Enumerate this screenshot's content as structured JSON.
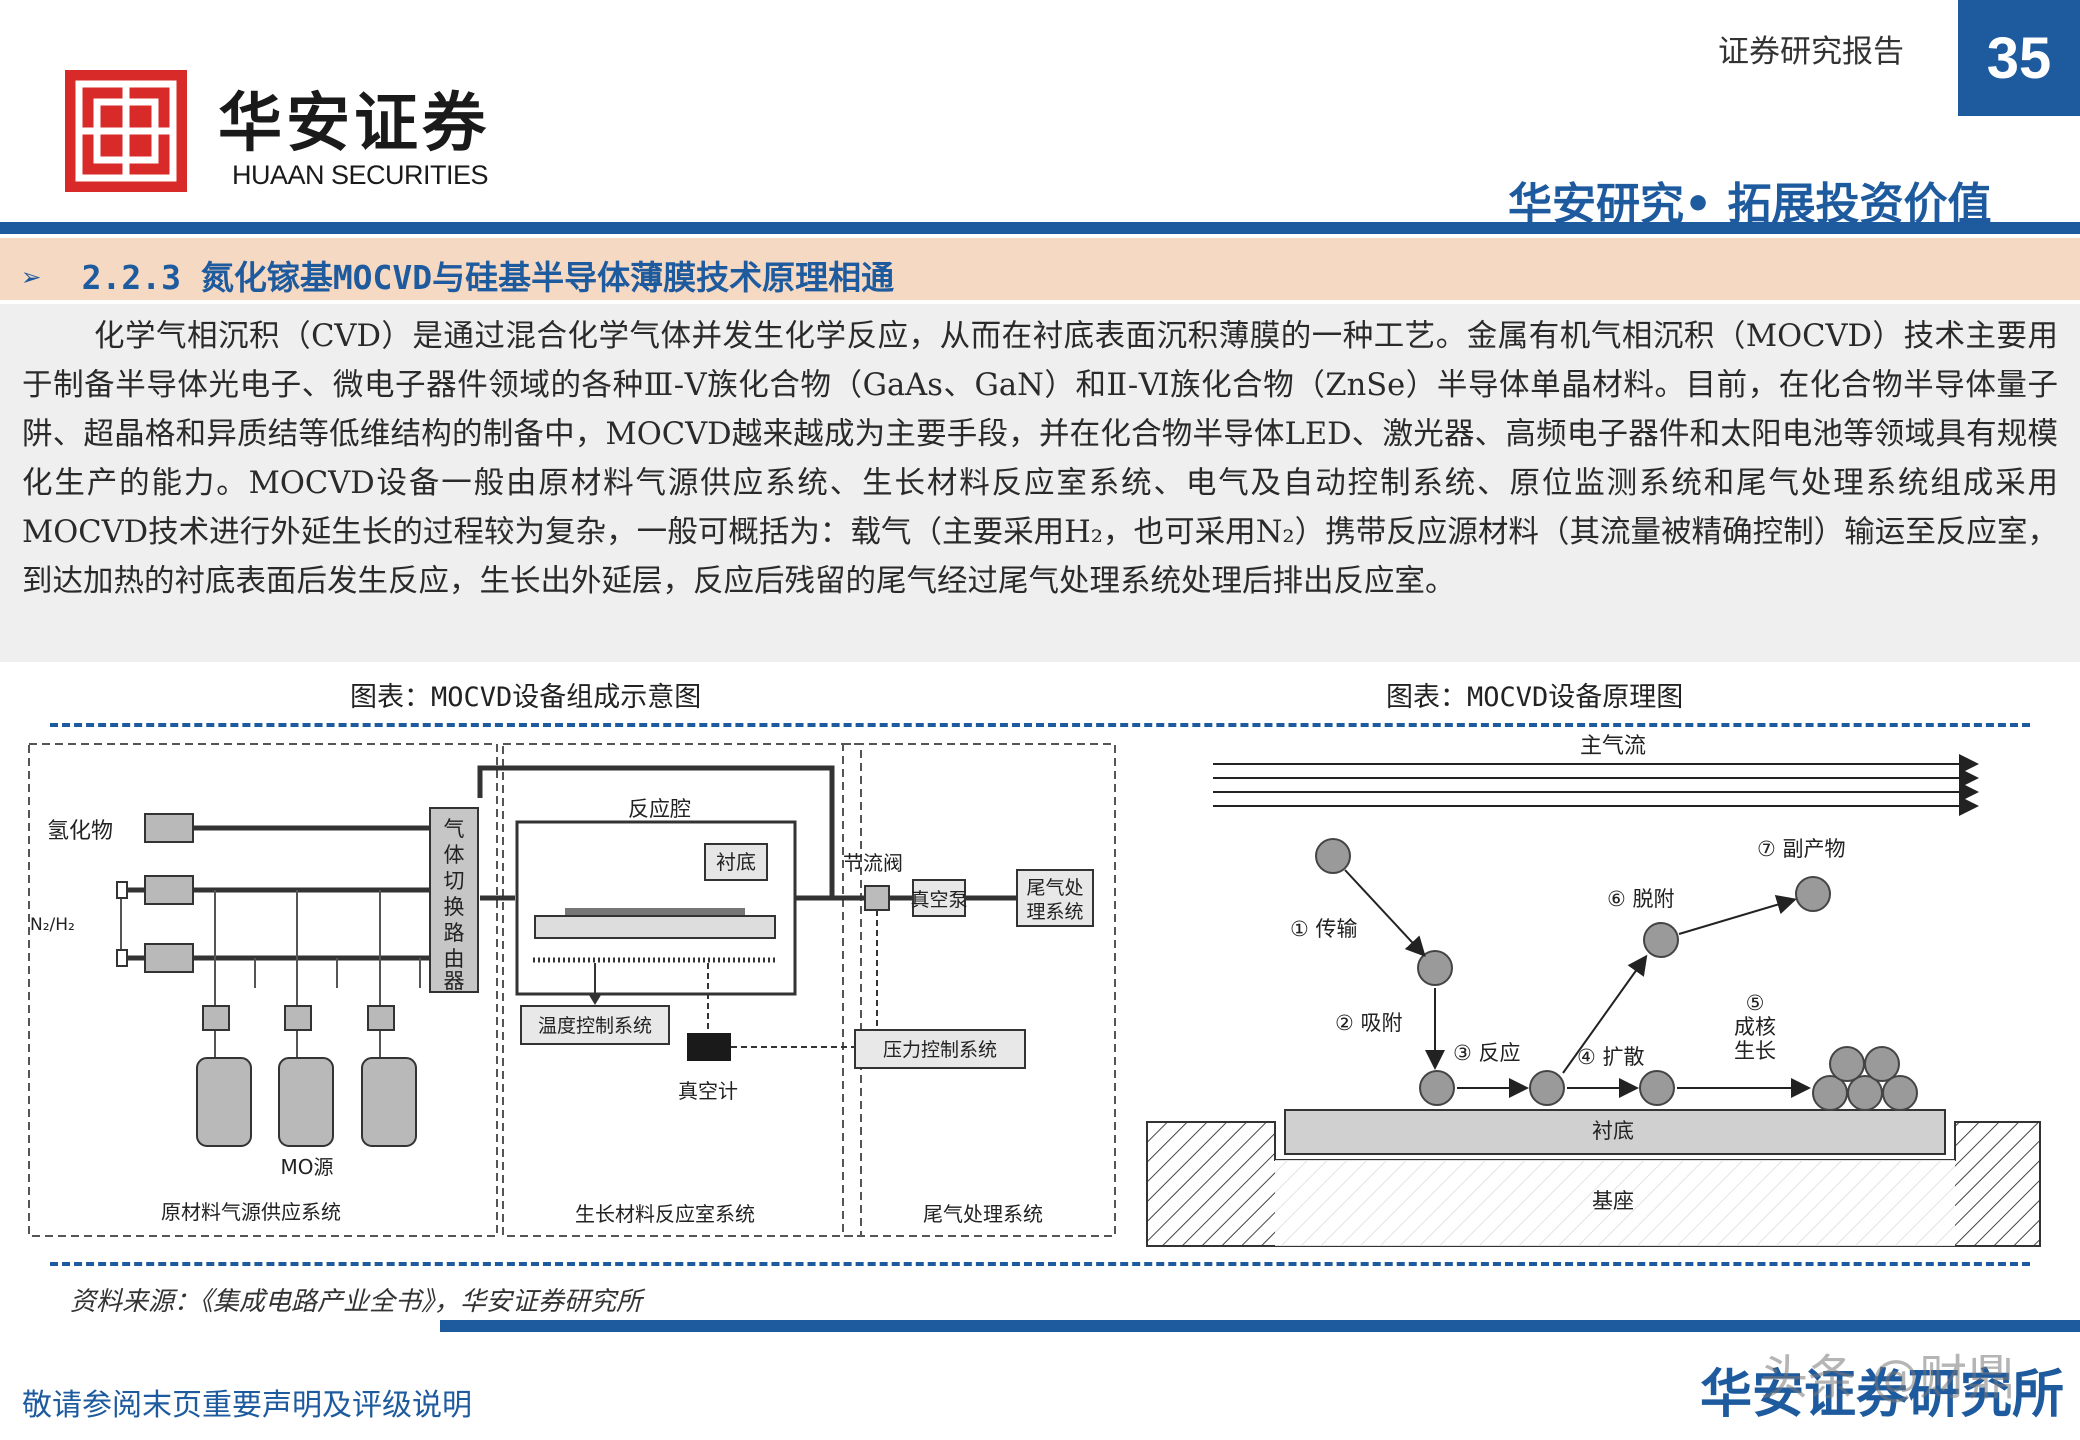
{
  "header": {
    "brand_cn": "华安证券",
    "brand_en": "HUAAN SECURITIES",
    "report_type": "证券研究报告",
    "page_number": "35",
    "slogan": "华安研究• 拓展投资价值",
    "brand_color": "#1d5a9e",
    "logo_color": "#d92a2a"
  },
  "section": {
    "title": "2.2.3 氮化镓基MOCVD与硅基半导体薄膜技术原理相通",
    "body_lines": [
      "化学气相沉积（CVD）是通过混合化学气体并发生化学反应，从而在衬底表面沉积薄膜的一种工艺。金属有机气相沉积（MOCVD）技术主要用于制备半导体光电子、微电子器件领域的各种Ⅲ-Ⅴ族化合物（GaAs、GaN）和Ⅱ-Ⅵ族化合物（ZnSe）半导体单晶材料。目前，在化合物半导体量子阱、超晶格和异质结等低维结构的制备中，MOCVD越来越成为主要手段，并在化合物半导体LED、激光器、高频电子器件和太阳电池等领域具有规模化生产的能力。MOCVD设备一般由原材料气源供应系统、生长材料反应室系统、电气及自动控制系统、原位监测系统和尾气处理系统组成采用MOCVD技术进行外延生长的过程较为复杂，一般可概括为：载气（主要采用H₂，也可采用N₂）携带反应源材料（其流量被精确控制）输运至反应室，到达加热的衬底表面后发生反应，生长出外延层，反应后残留的尾气经过尾气处理系统处理后排出反应室。"
    ]
  },
  "figure_left": {
    "caption": "图表：MOCVD设备组成示意图",
    "labels": {
      "hydride": "氢化物",
      "n2h2": "N₂/H₂",
      "switch_cn": [
        "气",
        "体",
        "切",
        "换",
        "路",
        "由",
        "器"
      ],
      "chamber": "反应腔",
      "substrate": "衬底",
      "throttle": "节流阀",
      "vacuum_pump": "真空泵",
      "exhaust_sys": [
        "尾气处",
        "理系统"
      ],
      "temp_ctrl": "温度控制系统",
      "pressure_ctrl": "压力控制系统",
      "vacuum_gauge": "真空计",
      "mo_source": "MO源",
      "sys_raw": "原材料气源供应系统",
      "sys_growth": "生长材料反应室系统",
      "sys_exhaust": "尾气处理系统"
    }
  },
  "figure_right": {
    "caption": "图表：MOCVD设备原理图",
    "labels": {
      "main_flow": "主气流",
      "transport": "① 传输",
      "adsorb": "② 吸附",
      "react": "③ 反应",
      "diffuse": "④ 扩散",
      "nucleate": [
        "⑤",
        "成核",
        "生长"
      ],
      "desorb": "⑥ 脱附",
      "byproduct": "⑦ 副产物",
      "substrate": "衬底",
      "susceptor": "基座"
    }
  },
  "footer": {
    "source": "资料来源：《集成电路产业全书》，华安证券研究所",
    "disclaimer": "敬请参阅末页重要声明及评级说明",
    "brand": "华安证券研究所",
    "watermark": "头条 @财鼎"
  }
}
